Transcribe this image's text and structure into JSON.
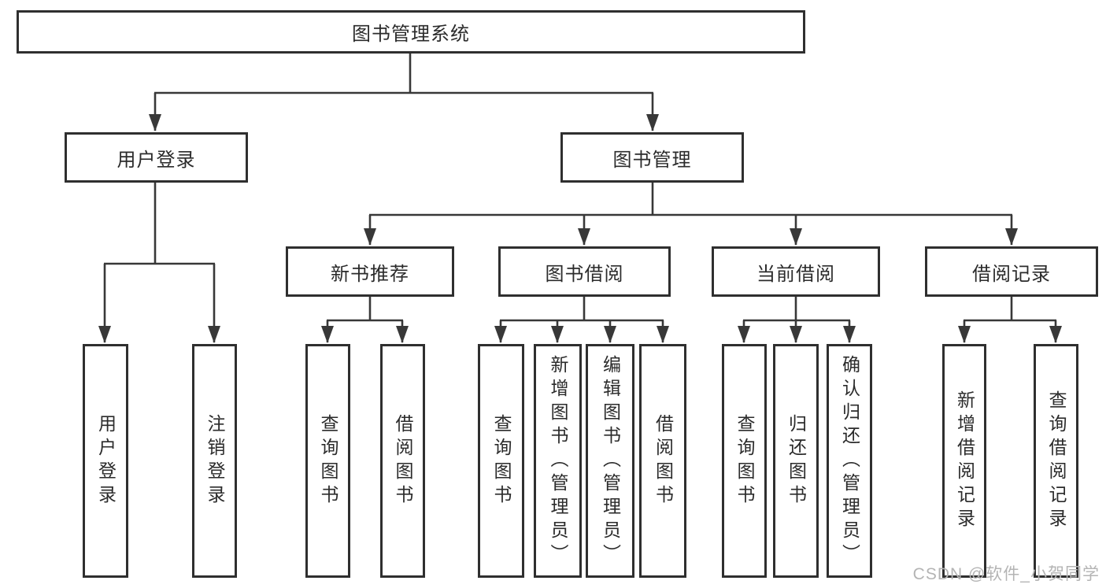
{
  "colors": {
    "line": "#383838",
    "border": "#2f2f2f",
    "text": "#2b2b2b",
    "watermark": "#b4b4b4",
    "bg": "#ffffff"
  },
  "watermark": {
    "text": "CSDN @软件_小贺同学"
  },
  "tree": {
    "label": "图书管理系统",
    "children": [
      {
        "label": "用户登录",
        "children": [
          {
            "label": "用户登录"
          },
          {
            "label": "注销登录"
          }
        ]
      },
      {
        "label": "图书管理",
        "children": [
          {
            "label": "新书推荐",
            "children": [
              {
                "label": "查询图书"
              },
              {
                "label": "借阅图书"
              }
            ]
          },
          {
            "label": "图书借阅",
            "children": [
              {
                "label": "查询图书"
              },
              {
                "label": "新增图书（管理员）"
              },
              {
                "label": "编辑图书（管理员）"
              },
              {
                "label": "借阅图书"
              }
            ]
          },
          {
            "label": "当前借阅",
            "children": [
              {
                "label": "查询图书"
              },
              {
                "label": "归还图书"
              },
              {
                "label": "确认归还（管理员）"
              }
            ]
          },
          {
            "label": "借阅记录",
            "children": [
              {
                "label": "新增借阅记录"
              },
              {
                "label": "查询借阅记录"
              }
            ]
          }
        ]
      }
    ]
  }
}
